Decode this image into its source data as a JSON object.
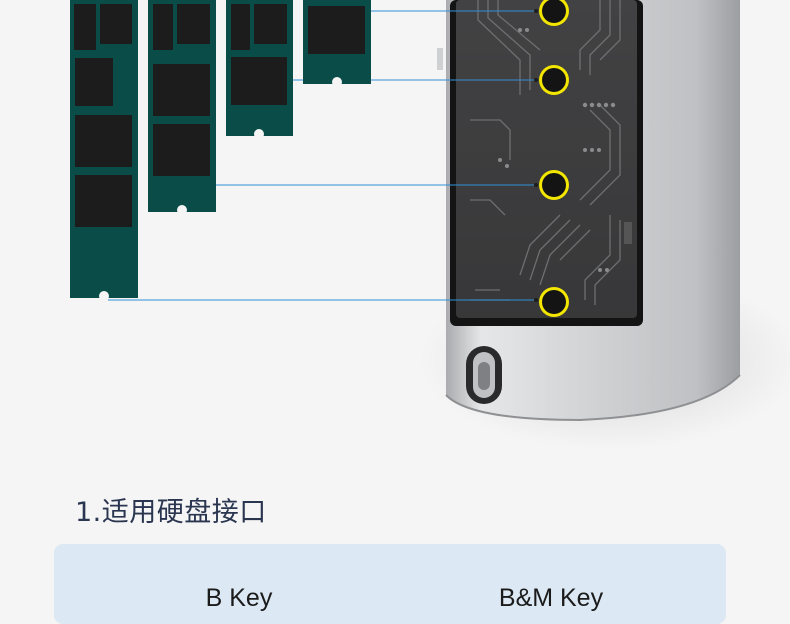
{
  "section": {
    "title": "1.适用硬盘接口"
  },
  "key_table": {
    "headers": [
      "B Key",
      "B&M Key"
    ]
  },
  "diagram": {
    "enclosure_body_color": "#c4c6c9",
    "board_color": "#0a4d48",
    "chip_color": "#1c1c1c",
    "slot_ring_color": "#f3e600",
    "leader_line_color": "#2f8fd6",
    "mount_slots": 4,
    "ssd_modules": 4
  }
}
